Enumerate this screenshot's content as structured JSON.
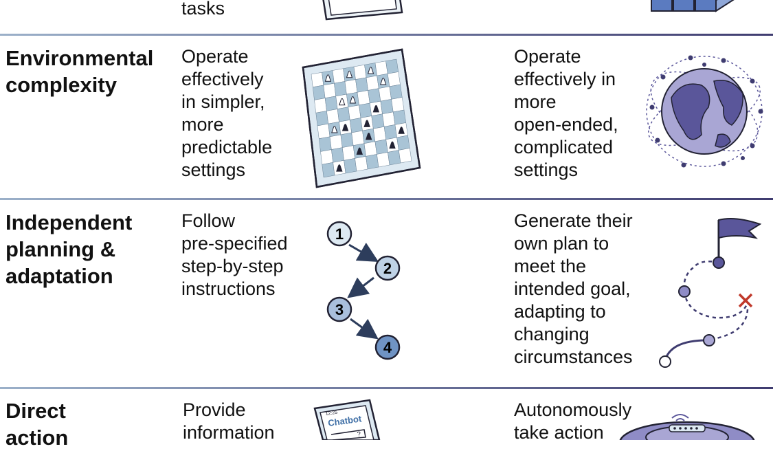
{
  "colors": {
    "divider_left": "#9bb0c9",
    "divider_right": "#3f3c70",
    "accent_purple": "#5a569a",
    "light_blue": "#dde9f2",
    "mid_blue": "#a9bfdc",
    "dark_blue": "#3f6fa6",
    "red_x": "#c0392b"
  },
  "rows": [
    {
      "id": "top",
      "left_text": "tasks"
    },
    {
      "id": "environmental-complexity",
      "heading": "Environmental\ncomplexity",
      "left_text": "Operate\neffectively\nin simpler,\nmore\npredictable\nsettings",
      "right_text": "Operate\neffectively in\nmore\nopen-ended,\ncomplicated\nsettings",
      "left_icon": "chessboard-icon",
      "right_icon": "globe-icon"
    },
    {
      "id": "independent-planning",
      "heading": "Independent\nplanning &\nadaptation",
      "left_text": "Follow\npre-specified\nstep-by-step\ninstructions",
      "right_text": "Generate their\nown plan to\nmeet the\nintended goal,\nadapting to\nchanging\ncircumstances",
      "left_icon": "numbered-steps-icon",
      "right_icon": "path-to-flag-icon",
      "steps": [
        "1",
        "2",
        "3",
        "4"
      ]
    },
    {
      "id": "direct-action",
      "heading": "Direct\naction",
      "left_text": "Provide\ninformation",
      "right_text": "Autonomously\ntake action",
      "left_icon": "chatbot-phone-icon",
      "right_icon": "robot-vacuum-icon",
      "chatbot_label": "Chatbot",
      "phone_time": "12:25"
    }
  ]
}
